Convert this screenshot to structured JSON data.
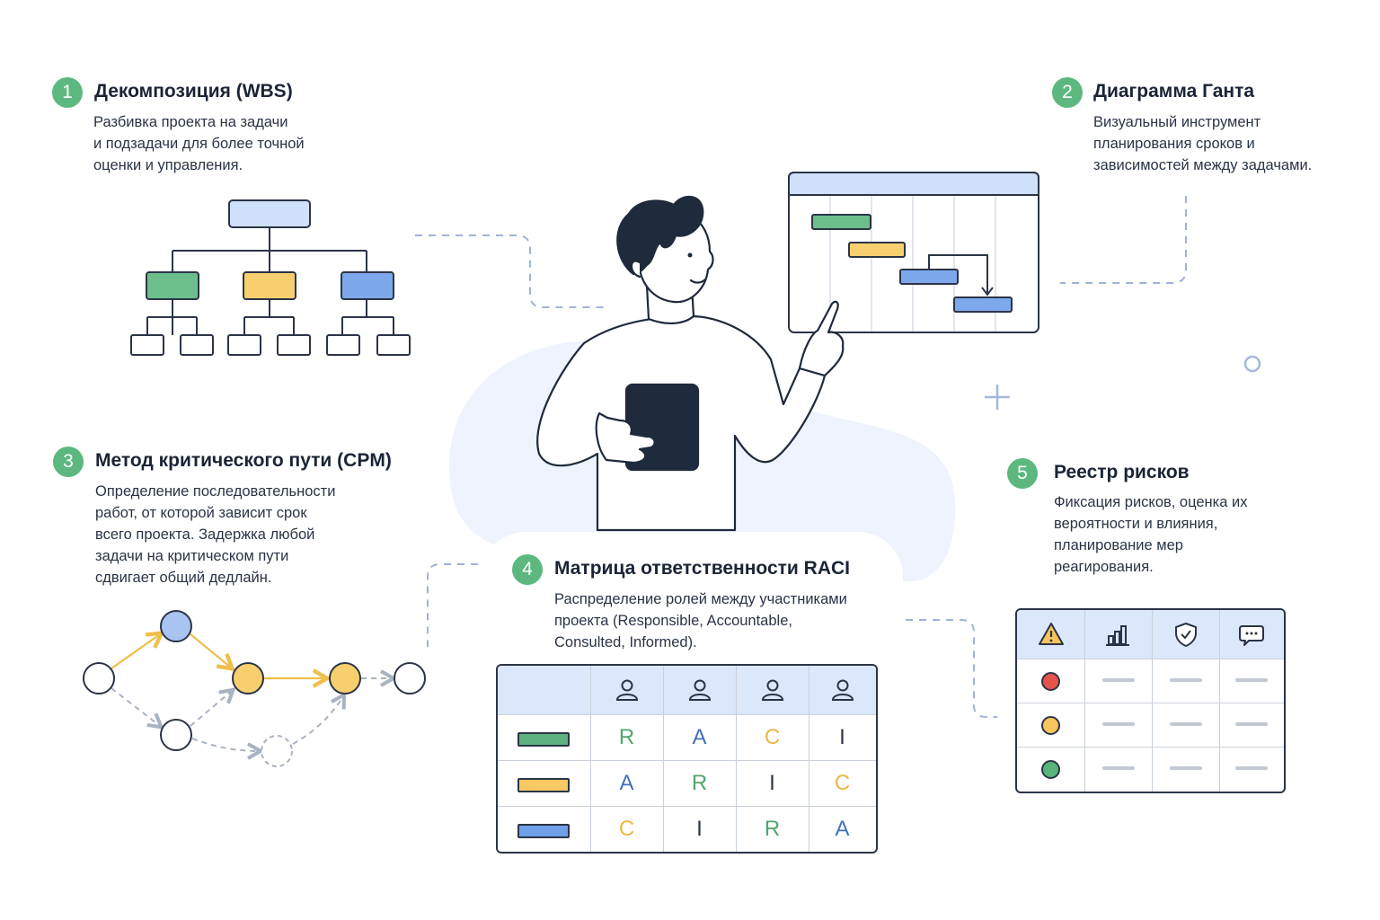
{
  "sections": {
    "wbs": {
      "number": "1",
      "title": "Декомпозиция (WBS)",
      "desc": [
        "Разбивка проекта на задачи",
        "и подзадачи для более точной",
        "оценки и управления."
      ]
    },
    "gantt": {
      "number": "2",
      "title": "Диаграмма Ганта",
      "desc": [
        "Визуальный инструмент",
        "планирования сроков и",
        "зависимостей между задачами."
      ]
    },
    "cpm": {
      "number": "3",
      "title": "Метод критического пути (CPM)",
      "desc": [
        "Определение последовательности",
        "работ, от которой зависит срок",
        "всего проекта. Задержка любой",
        "задачи на критическом пути",
        "сдвигает общий дедлайн."
      ]
    },
    "raci": {
      "number": "4",
      "title": "Матрица ответственности RACI",
      "desc": [
        "Распределение ролей между участниками",
        "проекта (Responsible, Accountable,",
        "Consulted, Informed)."
      ]
    },
    "risks": {
      "number": "5",
      "title": "Реестр рисков",
      "desc": [
        "Фиксация рисков, оценка их",
        "вероятности и влияния,",
        "планирование мер",
        "реагирования."
      ]
    }
  },
  "raci_matrix": {
    "header_icons": [
      "user-icon",
      "user-icon",
      "user-icon",
      "user-icon"
    ],
    "rows": [
      {
        "bar_color": "#5fb27f",
        "cells": [
          "R",
          "A",
          "C",
          "I"
        ]
      },
      {
        "bar_color": "#f7c863",
        "cells": [
          "A",
          "R",
          "I",
          "C"
        ]
      },
      {
        "bar_color": "#6f9fe6",
        "cells": [
          "C",
          "I",
          "R",
          "A"
        ]
      }
    ],
    "letter_colors": {
      "R": "#4fa66e",
      "A": "#4470b8",
      "C": "#e8b845",
      "I": "#2b3447"
    }
  },
  "risk_register": {
    "header_icons": [
      "warning-icon",
      "bar-chart-icon",
      "shield-check-icon",
      "chat-bubble-icon"
    ],
    "rows": [
      {
        "status_color": "#e5534b"
      },
      {
        "status_color": "#f7c55e"
      },
      {
        "status_color": "#58b478"
      }
    ]
  },
  "colors": {
    "accent_green": "#5cb87e",
    "green": "#6cbf8a",
    "yellow": "#f8cf6e",
    "blue": "#7ea8ec",
    "light_blue": "#cfe0fb",
    "outline": "#2b3447"
  }
}
